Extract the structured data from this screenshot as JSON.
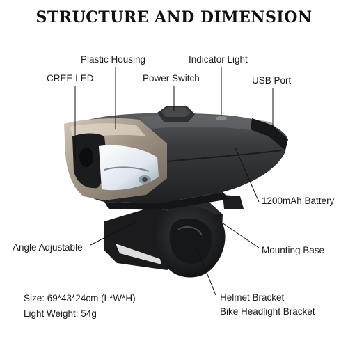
{
  "title": "STRUCTURE AND DIMENSION",
  "labels": {
    "plastic_housing": "Plastic Housing",
    "indicator_light": "Indicator Light",
    "cree_led": "CREE LED",
    "power_switch": "Power Switch",
    "usb_port": "USB Port",
    "battery": "1200mAh Battery",
    "angle_adjustable": "Angle Adjustable",
    "mounting_base": "Mounting Base",
    "helmet_bracket": "Helmet Bracket",
    "bike_bracket": "Bike Headlight Bracket"
  },
  "specs": {
    "size": "Size: 69*43*24cm (L*W*H)",
    "weight": "Light Weight: 54g"
  },
  "colors": {
    "housing_dark": "#2b2c2e",
    "housing_mid": "#4a4c50",
    "bronze": "#9b8f80",
    "bronze_light": "#c7bcae",
    "lens": "#e9eef4",
    "leader": "#111111"
  }
}
